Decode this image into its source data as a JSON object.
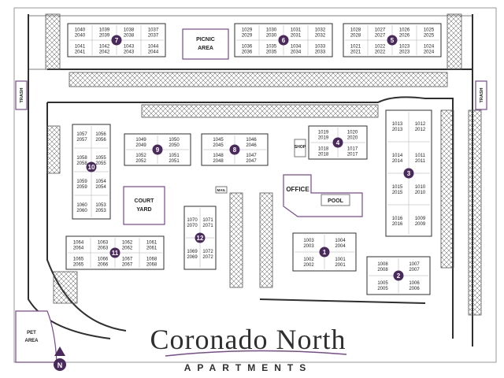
{
  "title": "Coronado North",
  "subtitle": "APARTMENTS",
  "compass_label": "N",
  "colors": {
    "accent": "#4a2a5c",
    "road": "#2f2f2f",
    "building_fill": "#ffffff",
    "label_outline": "#7a4a8e"
  },
  "labels": {
    "picnic": "PICNIC AREA",
    "court": "COURT YARD",
    "office": "OFFICE",
    "pool": "POOL",
    "shop": "SHOP",
    "mail": "MAIL",
    "pet": "PET AREA",
    "trash_left": "TRASH",
    "trash_right": "TRASH"
  },
  "buildings": [
    {
      "num": "7",
      "units": [
        "1040",
        "1039",
        "1038",
        "1037",
        "1041",
        "1042",
        "1043",
        "1044",
        "2040",
        "2039",
        "2038",
        "2037",
        "2041",
        "2042",
        "2043",
        "2044"
      ]
    },
    {
      "num": "6",
      "units": [
        "1029",
        "1030",
        "1031",
        "1032",
        "1036",
        "1035",
        "1034",
        "1033",
        "2029",
        "2030",
        "2031",
        "2032",
        "2036",
        "2035",
        "2034",
        "2033"
      ]
    },
    {
      "num": "5",
      "units": [
        "1028",
        "1027",
        "1026",
        "1025",
        "1021",
        "1022",
        "1023",
        "1024",
        "2028",
        "2027",
        "2026",
        "2025",
        "2021",
        "2022",
        "2023",
        "2024"
      ]
    },
    {
      "num": "10",
      "units": [
        "1057",
        "1056",
        "1058",
        "1055",
        "1059",
        "1054",
        "1060",
        "1053",
        "2057",
        "2056",
        "2058",
        "2055",
        "2059",
        "2054",
        "2060",
        "2053"
      ]
    },
    {
      "num": "9",
      "units": [
        "1049",
        "1050",
        "1052",
        "1051",
        "2049",
        "2050",
        "2052",
        "2051"
      ]
    },
    {
      "num": "8",
      "units": [
        "1045",
        "1046",
        "1048",
        "1047",
        "2045",
        "2046",
        "2048",
        "2047"
      ]
    },
    {
      "num": "4",
      "units": [
        "1019",
        "1020",
        "1018",
        "1017",
        "2019",
        "2020",
        "2018",
        "2017"
      ]
    },
    {
      "num": "3",
      "units": [
        "1013",
        "1012",
        "1014",
        "1011",
        "1015",
        "1010",
        "1016",
        "1009",
        "2013",
        "2012",
        "2014",
        "2011",
        "2015",
        "2010",
        "2016",
        "2009"
      ]
    },
    {
      "num": "12",
      "units": [
        "1070",
        "1071",
        "1069",
        "1072",
        "2070",
        "2071",
        "2069",
        "2072"
      ]
    },
    {
      "num": "11",
      "units": [
        "1064",
        "1063",
        "1062",
        "1061",
        "1065",
        "1066",
        "1067",
        "1068",
        "2064",
        "2063",
        "2062",
        "2061",
        "2065",
        "2066",
        "2067",
        "2068"
      ]
    },
    {
      "num": "1",
      "units": [
        "1003",
        "1004",
        "1002",
        "1001",
        "2003",
        "2004",
        "2002",
        "2001"
      ]
    },
    {
      "num": "2",
      "units": [
        "1008",
        "1007",
        "1005",
        "1006",
        "2008",
        "2007",
        "2005",
        "2006"
      ]
    }
  ]
}
